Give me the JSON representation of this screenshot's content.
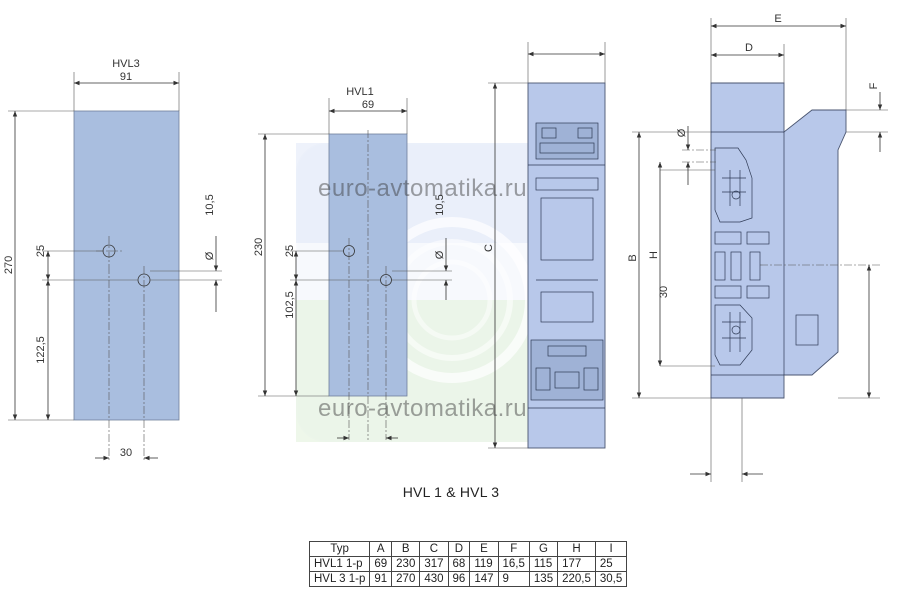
{
  "watermark": "euro-avtomatika.ru",
  "caption": "HVL 1 & HVL 3",
  "left_view": {
    "title": "HVL3",
    "width": "91",
    "height": "270",
    "hole_offset": "25",
    "vertical_offset": "10,5",
    "diameter": "Ø",
    "bottom": "122,5",
    "hole_spacing": "30"
  },
  "middle_view": {
    "title": "HVL1",
    "width": "69",
    "height": "230",
    "hole_offset": "25",
    "vertical_offset": "10,5",
    "diameter": "Ø",
    "bottom": "102,5"
  },
  "front_view": {
    "label_c": "C"
  },
  "side_view": {
    "label_e": "E",
    "label_d": "D",
    "label_f": "F",
    "label_diameter": "Ø",
    "label_b": "B",
    "label_h": "H",
    "label_30": "30"
  },
  "table": {
    "headers": [
      "Typ",
      "A",
      "B",
      "C",
      "D",
      "E",
      "F",
      "G",
      "H",
      "I"
    ],
    "rows": [
      [
        "HVL1 1-p",
        "69",
        "230",
        "317",
        "68",
        "119",
        "16,5",
        "115",
        "177",
        "25"
      ],
      [
        "HVL 3 1-p",
        "91",
        "270",
        "430",
        "96",
        "147",
        "9",
        "135",
        "220,5",
        "30,5"
      ]
    ]
  },
  "colors": {
    "panel": "#a9bedf",
    "body": "#b8c8ea",
    "line": "#333333"
  }
}
